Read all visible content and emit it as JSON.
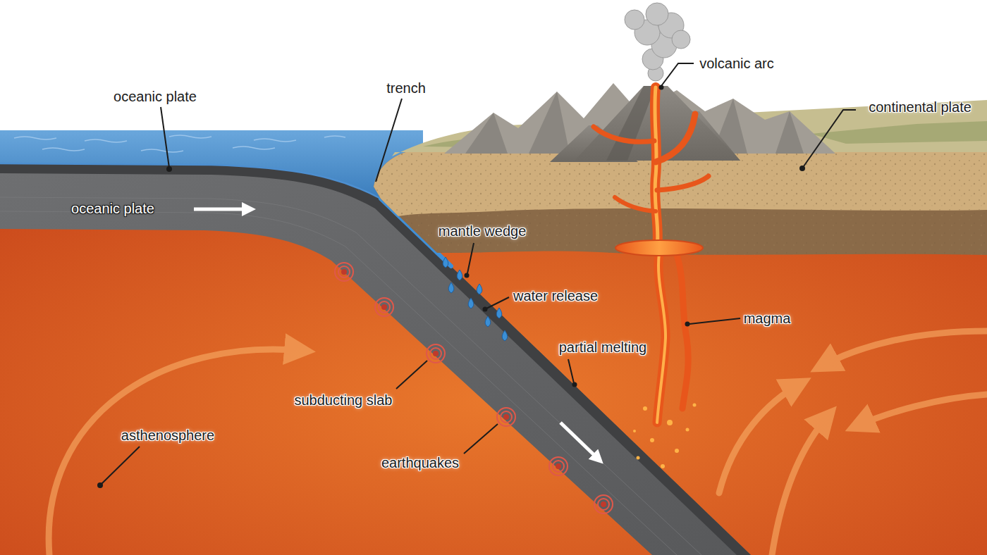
{
  "diagram": {
    "labels": [
      "oceanic plate",
      "trench",
      "volcanic arc",
      "continental plate",
      "oceanic plate",
      "mantle wedge",
      "water release",
      "magma",
      "partial melting",
      "subducting slab",
      "asthenosphere",
      "earthquakes"
    ]
  }
}
